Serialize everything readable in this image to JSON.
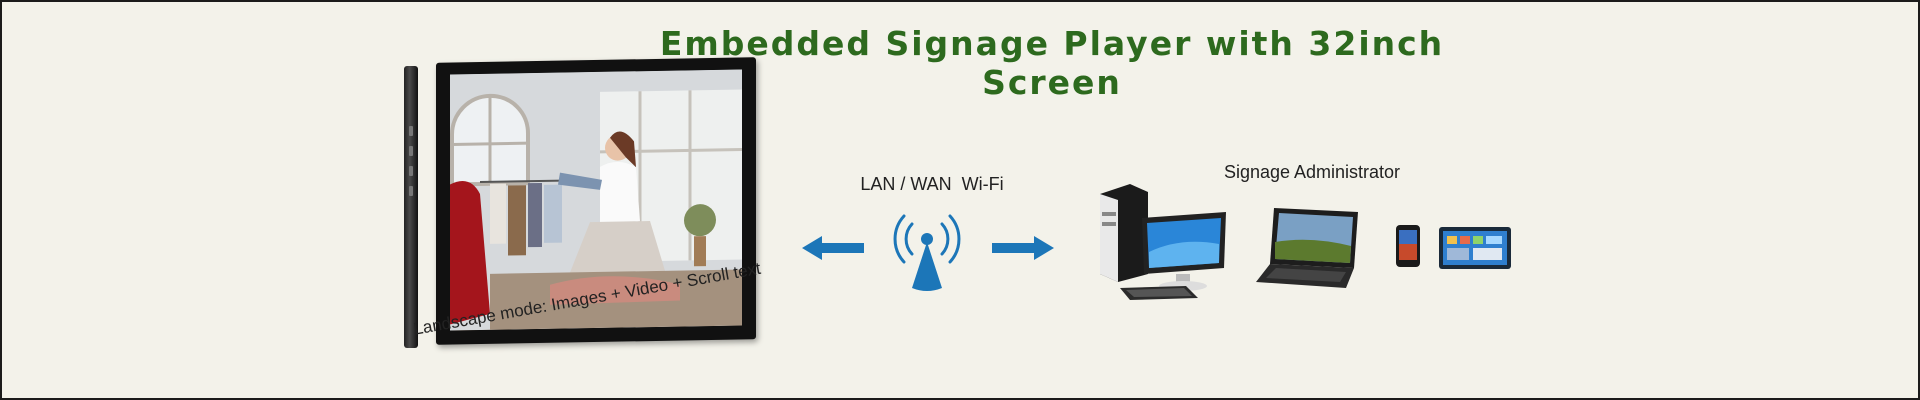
{
  "title": "Embedded Signage Player with 32inch Screen",
  "display": {
    "caption": "Landscape mode: Images + Video + Scroll text"
  },
  "network": {
    "label": "LAN / WAN  Wi-Fi",
    "icons": [
      "arrow-left-icon",
      "wifi-antenna-icon",
      "arrow-right-icon"
    ]
  },
  "admin": {
    "label": "Signage Administrator",
    "devices": [
      "desktop-computer-icon",
      "laptop-icon",
      "smartphone-icon",
      "tablet-icon"
    ]
  },
  "colors": {
    "background": "#f3f2ea",
    "title": "#2d6a1e",
    "arrow": "#1c76b8"
  }
}
